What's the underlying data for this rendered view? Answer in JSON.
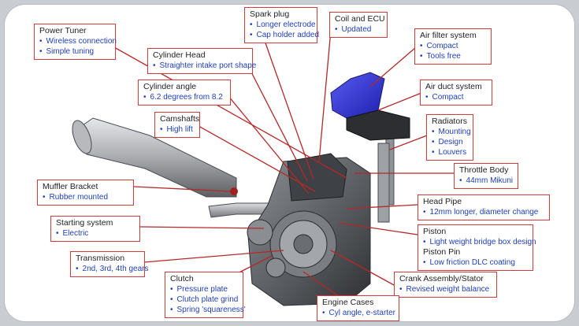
{
  "callouts": {
    "power_tuner": {
      "title": "Power Tuner",
      "items": [
        "Wireless connection",
        "Simple tuning"
      ]
    },
    "spark_plug": {
      "title": "Spark plug",
      "items": [
        "Longer electrode",
        "Cap holder added"
      ]
    },
    "coil_ecu": {
      "title": "Coil and ECU",
      "items": [
        "Updated"
      ]
    },
    "air_filter": {
      "title": "Air filter system",
      "items": [
        "Compact",
        "Tools free"
      ]
    },
    "cylinder_head": {
      "title": "Cylinder Head",
      "items": [
        "Straighter intake port shape"
      ]
    },
    "air_duct": {
      "title": "Air duct system",
      "items": [
        "Compact"
      ]
    },
    "cylinder_angle": {
      "title": "Cylinder angle",
      "items": [
        "6.2 degrees from 8.2"
      ]
    },
    "camshafts": {
      "title": "Camshafts",
      "items": [
        "High lift"
      ]
    },
    "radiators": {
      "title": "Radiators",
      "items": [
        "Mounting",
        "Design",
        "Louvers"
      ]
    },
    "throttle_body": {
      "title": "Throttle Body",
      "items": [
        "44mm Mikuni"
      ]
    },
    "muffler_bracket": {
      "title": "Muffler Bracket",
      "items": [
        "Rubber mounted"
      ]
    },
    "head_pipe": {
      "title": "Head Pipe",
      "items": [
        "12mm longer, diameter change"
      ]
    },
    "starting_system": {
      "title": "Starting system",
      "items": [
        "Electric"
      ]
    },
    "piston": {
      "title": "Piston",
      "items": [
        "Light weight bridge box design"
      ],
      "title2": "Piston Pin",
      "items2": [
        "Low friction DLC coating"
      ]
    },
    "transmission": {
      "title": "Transmission",
      "items": [
        "2nd, 3rd, 4th gears"
      ]
    },
    "clutch": {
      "title": "Clutch",
      "items": [
        "Pressure plate",
        "Clutch plate grind",
        "Spring 'squareness'"
      ]
    },
    "crank": {
      "title": "Crank Assembly/Stator",
      "items": [
        "Revised weight balance"
      ]
    },
    "engine_cases": {
      "title": "Engine Cases",
      "items": [
        "Cyl angle, e-starter"
      ]
    }
  },
  "colors": {
    "border": "#d23b3b",
    "leader": "#b52828",
    "bullet_text": "#1f3fb8",
    "airbox": "#2b2fd6"
  }
}
